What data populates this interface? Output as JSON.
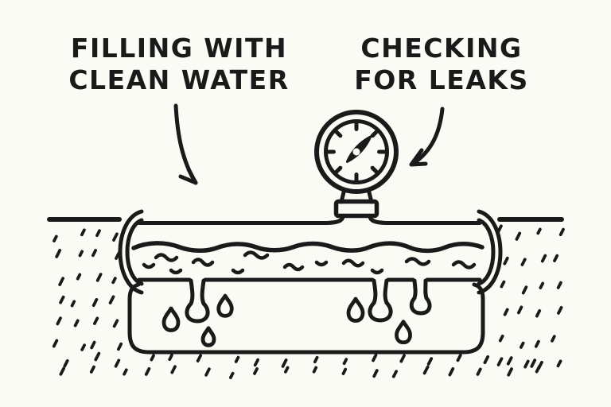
{
  "colors": {
    "background": "#fbfbf6",
    "ink": "#1a1a1a"
  },
  "labels": {
    "filling_line1": "FILLING WITH",
    "filling_line2": "CLEAN WATER",
    "checking_line1": "CHECKING",
    "checking_line2": "FOR LEAKS"
  },
  "scene": {
    "style": "hand-drawn black line illustration on off-white background",
    "objects": [
      "pressure-gauge-icon",
      "buried-pipe",
      "water-surface",
      "leak-drips",
      "water-droplets",
      "trench-outline",
      "ground-hatching",
      "curved-annotation-arrows"
    ]
  }
}
